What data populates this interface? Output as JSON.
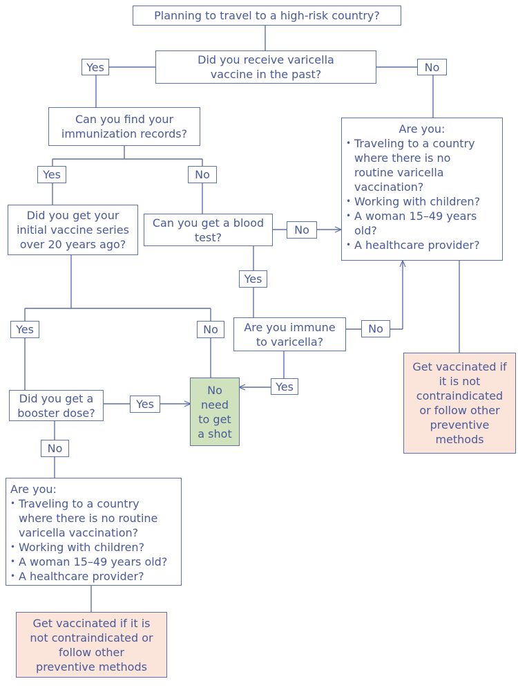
{
  "q_travel": "Planning to travel to a high-risk country?",
  "q_received": [
    "Did you receive varicella",
    "vaccine in the past?"
  ],
  "q_records": [
    "Can you find your",
    "immunization records?"
  ],
  "q_initial_series": [
    "Did you get your",
    "initial vaccine series",
    "over 20 years ago?"
  ],
  "q_blood_test": [
    "Can you get a blood",
    "test?"
  ],
  "q_immune": [
    "Are you immune",
    "to varicella?"
  ],
  "q_booster": [
    "Did you get a",
    "booster dose?"
  ],
  "no_shot": [
    "No",
    "need",
    "to get",
    "a shot"
  ],
  "right_criteria": {
    "title": "Are you:",
    "items": [
      [
        "Traveling to a country",
        "where there is no",
        "routine varicella",
        "vaccination?"
      ],
      [
        "Working with children?"
      ],
      [
        "A woman 15–49 years",
        "old?"
      ],
      [
        "A healthcare provider?"
      ]
    ]
  },
  "left_criteria": {
    "title": "Are you:",
    "items": [
      [
        "Traveling to a country",
        "where there is no routine",
        "varicella vaccination?"
      ],
      [
        "Working with children?"
      ],
      [
        "A woman 15–49 years old?"
      ],
      [
        "A healthcare provider?"
      ]
    ]
  },
  "vaccinate_right": [
    "Get vaccinated if",
    "it is not",
    "contraindicated",
    "or follow other",
    "preventive",
    "methods"
  ],
  "vaccinate_left": [
    "Get vaccinated if it is",
    "not contraindicated or",
    "follow other",
    "preventive methods"
  ],
  "labels": {
    "yes": "Yes",
    "no": "No"
  },
  "colors": {
    "border": "#5d6fa8",
    "text": "#4a5a98",
    "green_fill": "#cfe2bd",
    "peach_fill": "#fbe5da"
  }
}
